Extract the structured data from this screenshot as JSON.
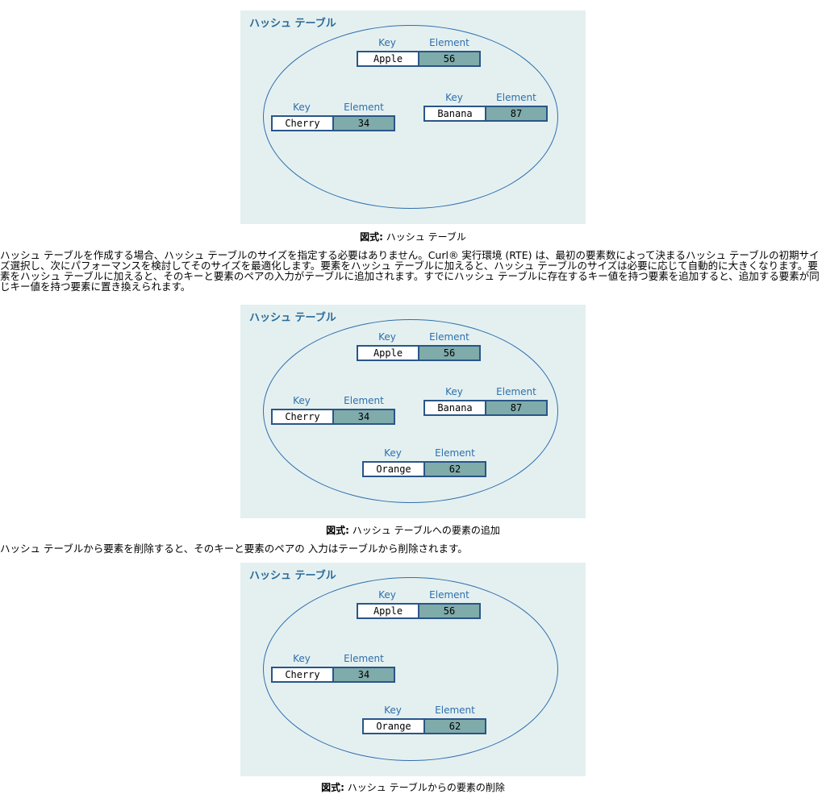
{
  "figures": [
    {
      "title": "ハッシュ テーブル",
      "caption_label": "図式:",
      "caption_text": "ハッシュ テーブル",
      "entries": [
        {
          "key_header": "Key",
          "element_header": "Element",
          "key": "Apple",
          "element": "56"
        },
        {
          "key_header": "Key",
          "element_header": "Element",
          "key": "Banana",
          "element": "87"
        },
        {
          "key_header": "Key",
          "element_header": "Element",
          "key": "Cherry",
          "element": "34"
        }
      ]
    },
    {
      "title": "ハッシュ テーブル",
      "caption_label": "図式:",
      "caption_text": "ハッシュ テーブルへの要素の追加",
      "entries": [
        {
          "key_header": "Key",
          "element_header": "Element",
          "key": "Apple",
          "element": "56"
        },
        {
          "key_header": "Key",
          "element_header": "Element",
          "key": "Banana",
          "element": "87"
        },
        {
          "key_header": "Key",
          "element_header": "Element",
          "key": "Cherry",
          "element": "34"
        },
        {
          "key_header": "Key",
          "element_header": "Element",
          "key": "Orange",
          "element": "62"
        }
      ]
    },
    {
      "title": "ハッシュ テーブル",
      "caption_label": "図式:",
      "caption_text": "ハッシュ テーブルからの要素の削除",
      "entries": [
        {
          "key_header": "Key",
          "element_header": "Element",
          "key": "Apple",
          "element": "56"
        },
        {
          "key_header": "Key",
          "element_header": "Element",
          "key": "Cherry",
          "element": "34"
        },
        {
          "key_header": "Key",
          "element_header": "Element",
          "key": "Orange",
          "element": "62"
        }
      ]
    }
  ],
  "paragraphs": [
    "ハッシュ テーブルを作成する場合、ハッシュ テーブルのサイズを指定する必要はありません。Curl® 実行環境 (RTE) は、最初の要素数によって決まるハッシュ テーブルの初期サイズ選択し、次にパフォーマンスを検討してそのサイズを最適化します。要素をハッシュ テーブルに加えると、ハッシュ テーブルのサイズは必要に応じて自動的に大きくなります。要素をハッシュ テーブルに加えると、そのキーと要素のペアの入力がテーブルに追加されます。すでにハッシュ テーブルに存在するキー値を持つ要素を追加すると、追加する要素が同じキー値を持つ要素に置き換えられます。",
    "ハッシュ テーブルから要素を削除すると、そのキーと要素のペアの 入力はテーブルから削除されます。"
  ]
}
